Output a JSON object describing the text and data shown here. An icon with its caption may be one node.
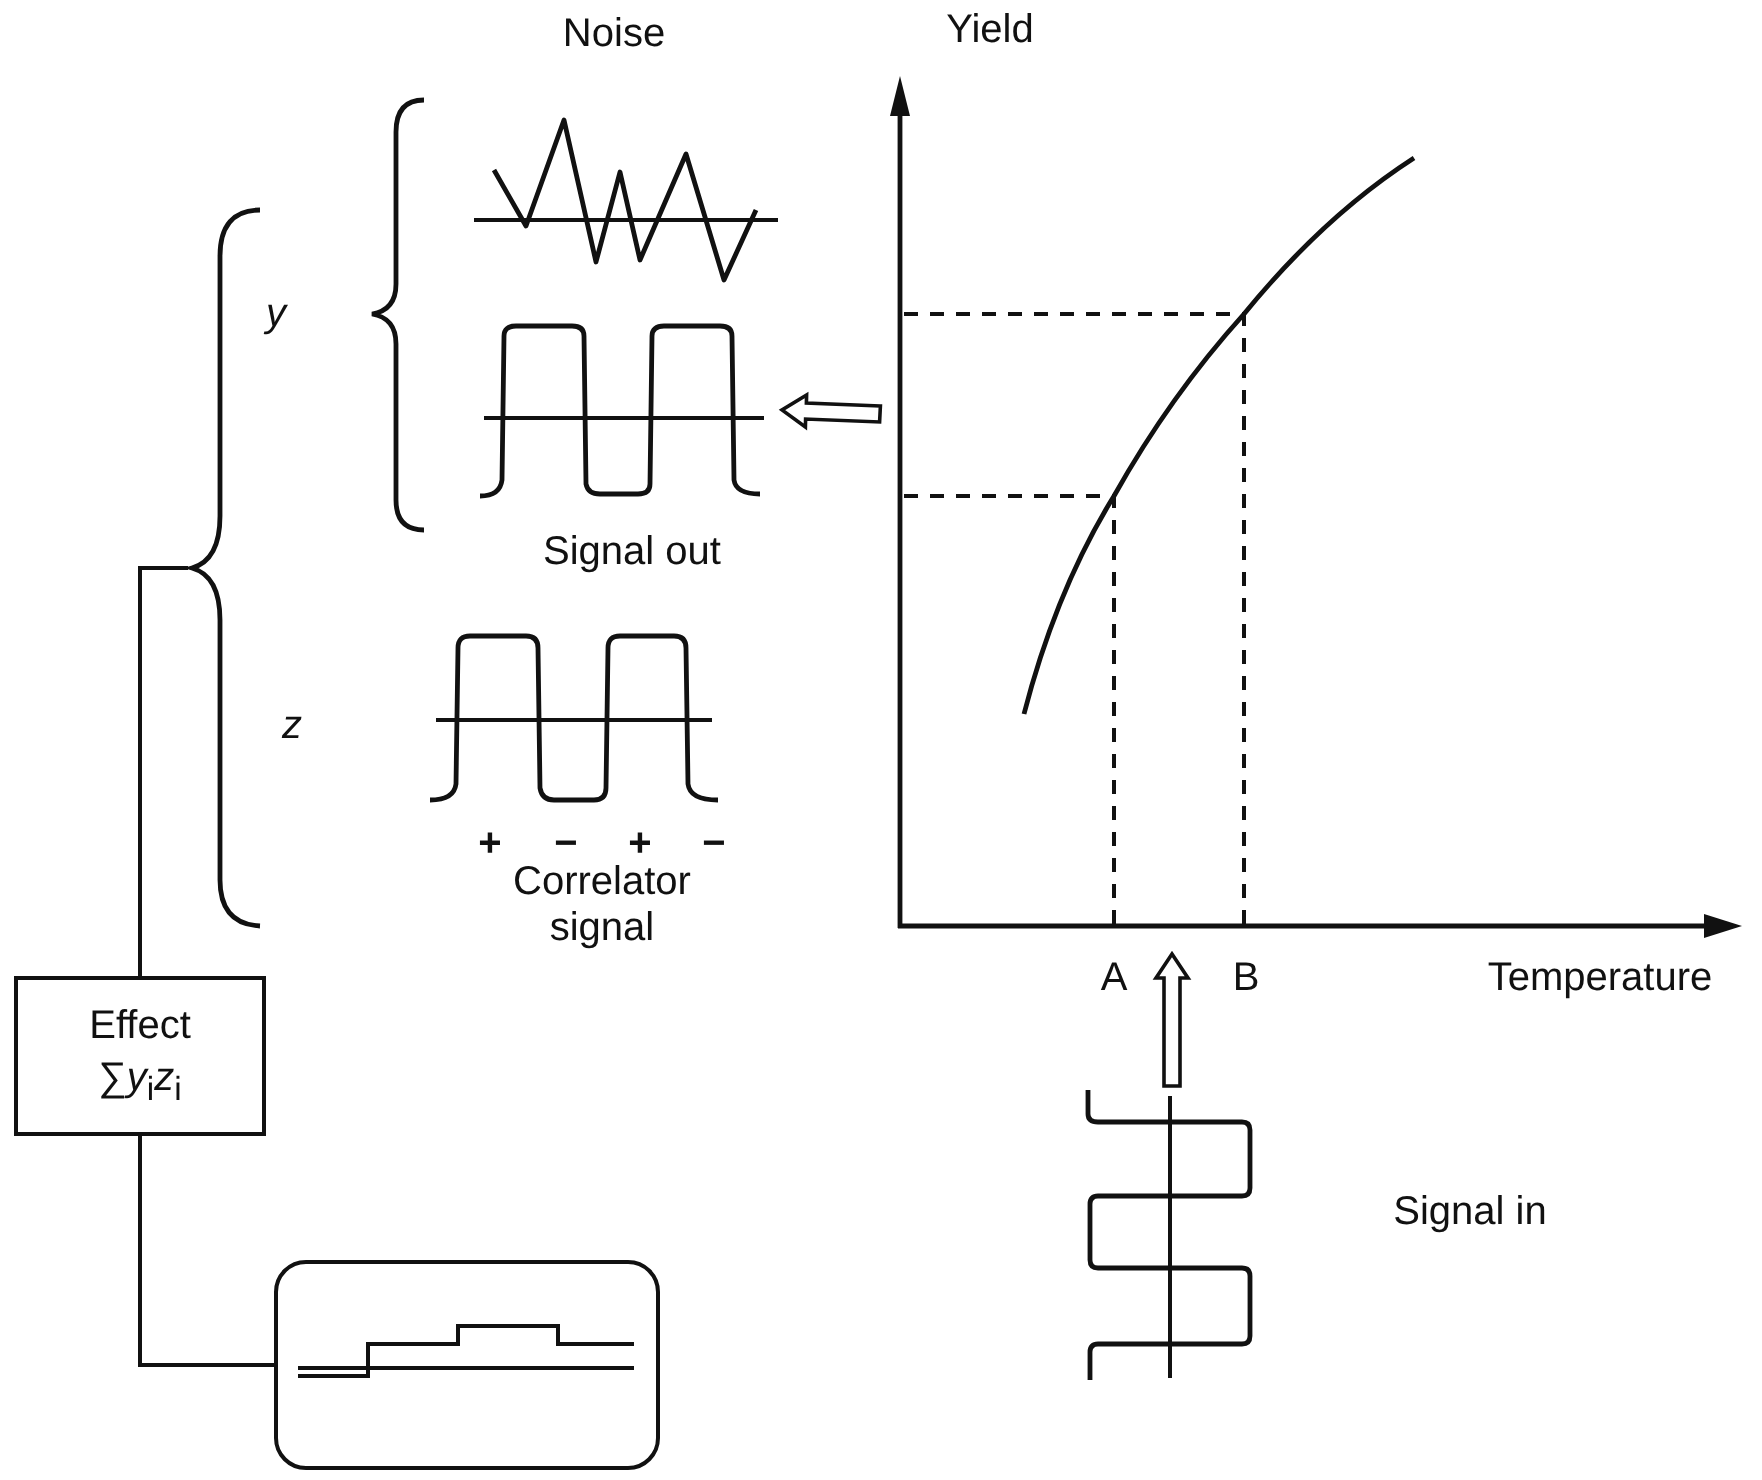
{
  "diagram": {
    "nodes": [
      {
        "text": [],
        "shape": "picture",
        "beside": [
          "Noise"
        ]
      },
      {
        "text": [],
        "shape": "picture",
        "beside": [
          "Signal out"
        ]
      },
      {
        "text": [],
        "shape": "picture",
        "beside": [
          "+",
          "−",
          "+",
          "−",
          "Correlator signal"
        ]
      },
      {
        "text": [
          "Effect",
          "∑*y*$_{i}$*z*$_{i}$"
        ]
      },
      {
        "text": [],
        "shape": "box"
      },
      {
        "text": [],
        "shape": "picture",
        "beside": [
          "Signal in"
        ]
      },
      {
        "text": [],
        "shape": "brace"
      }
    ],
    "edges": [
      {
        "from": 6,
        "to": 3,
        "arrow": "none"
      },
      {
        "from": 3,
        "to": 4,
        "arrow": "none"
      },
      {
        "from": null,
        "to": 1,
        "arrow": "to"
      },
      {
        "from": 5,
        "to": null,
        "arrow": "to"
      }
    ],
    "labels": [
      "y",
      "z",
      "Yield",
      "A",
      "B",
      "Temperature"
    ]
  }
}
